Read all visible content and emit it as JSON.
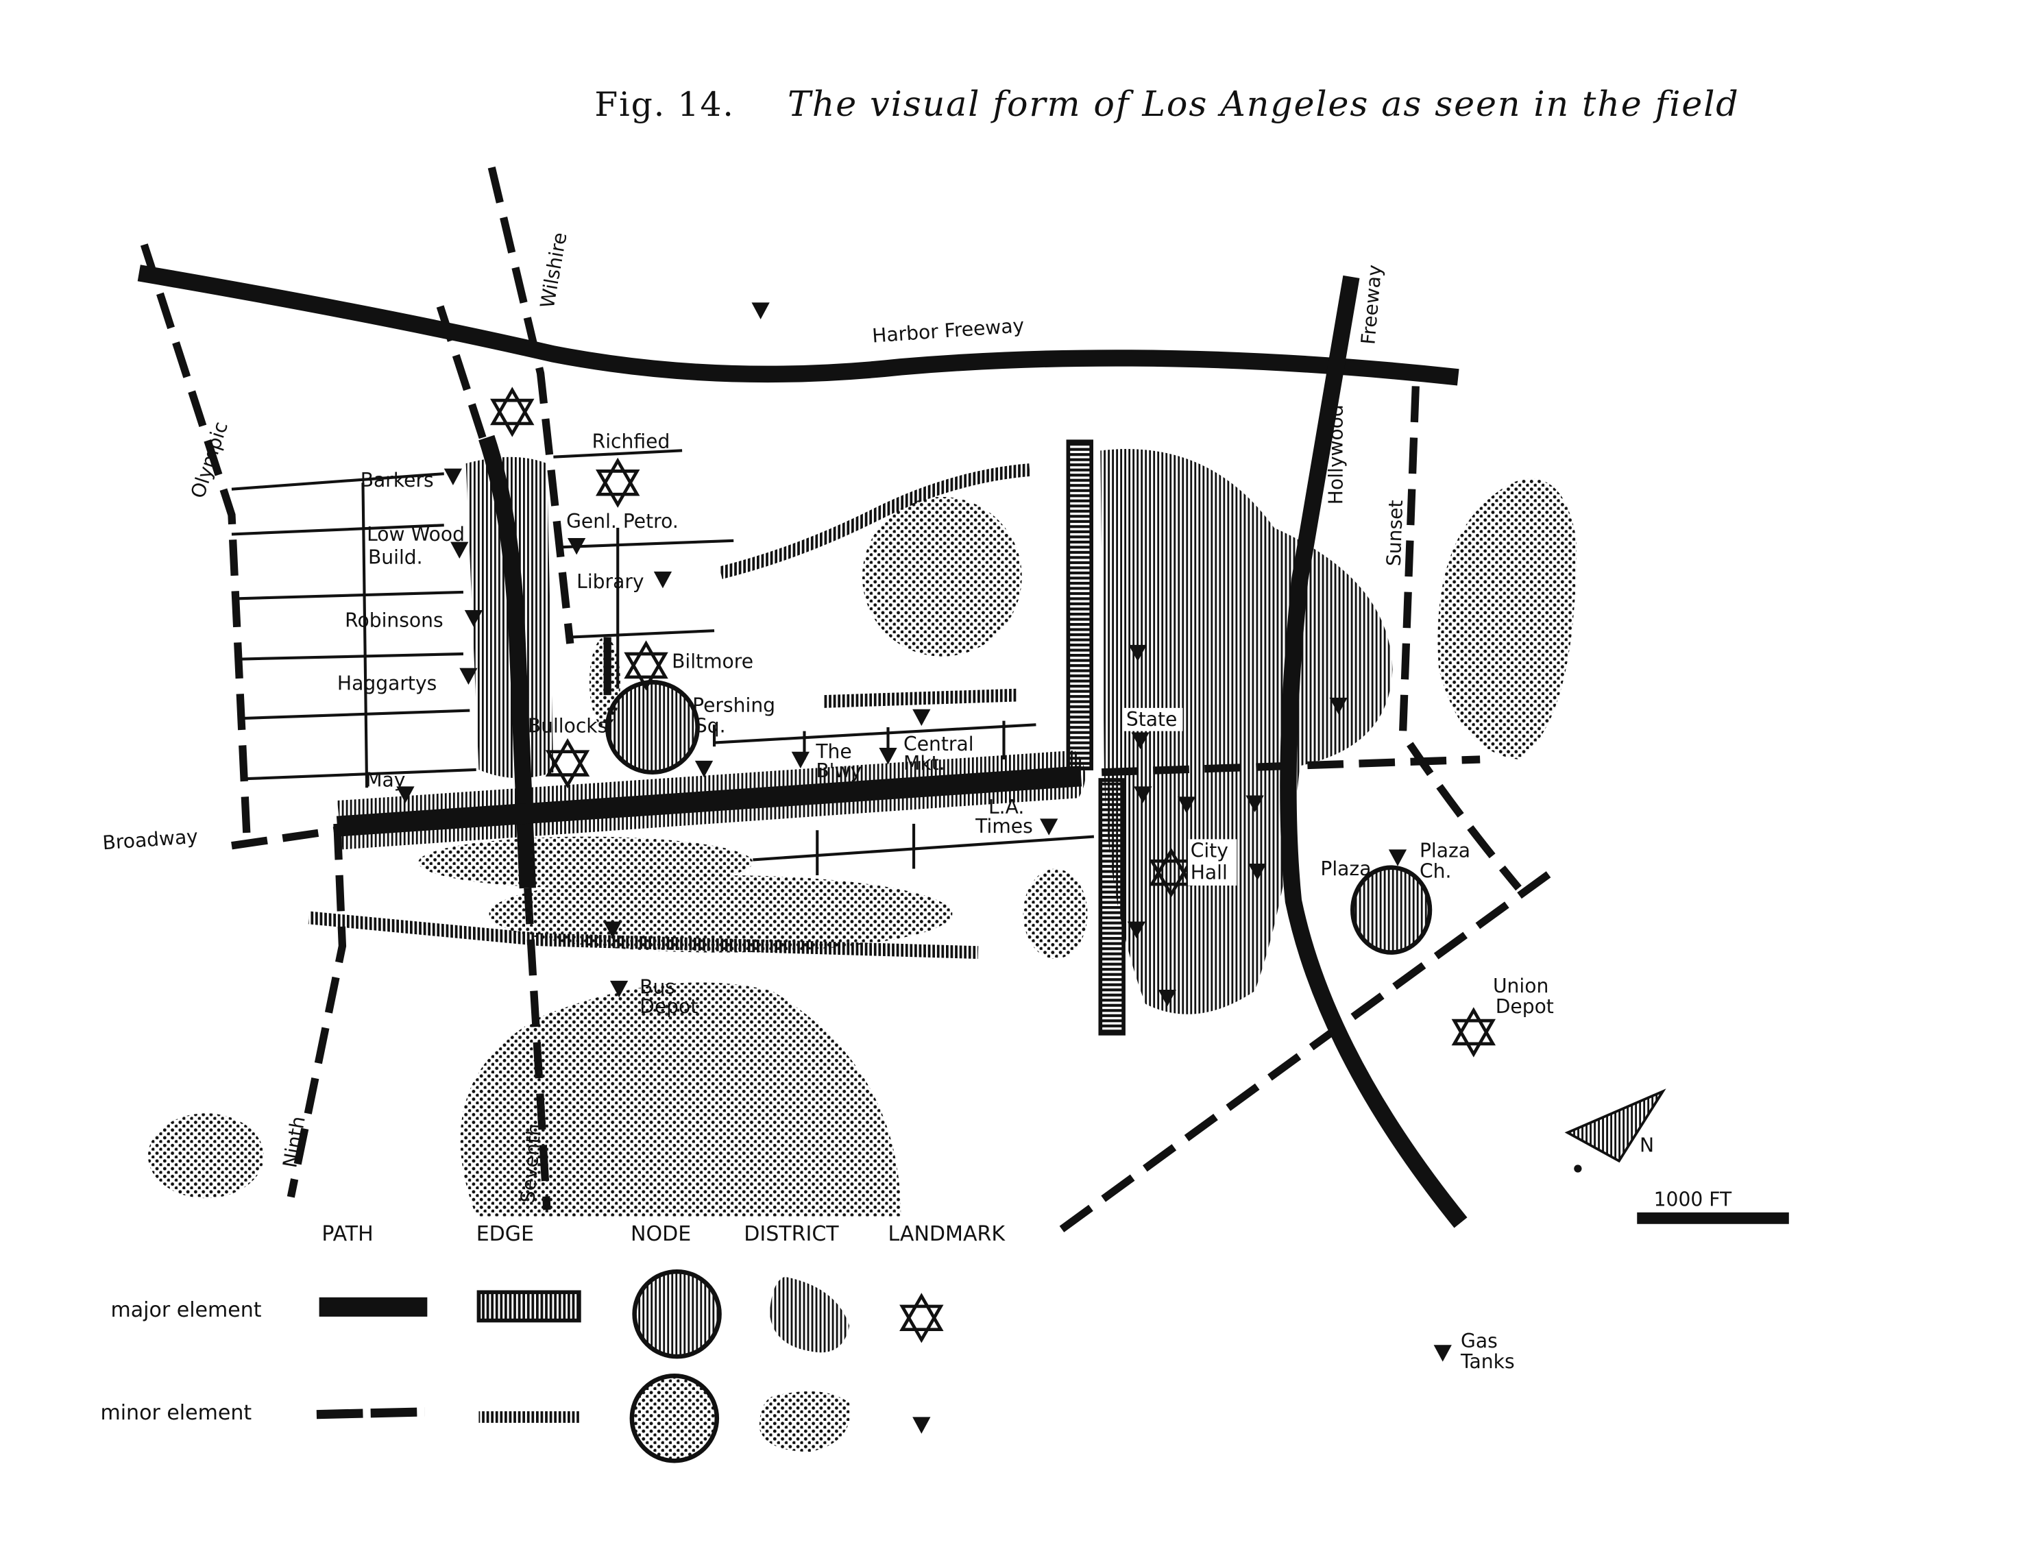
{
  "title": {
    "figure": "Fig. 14.",
    "caption": "The visual form of Los Angeles as seen in the field"
  },
  "paths": {
    "harbor_freeway": "Harbor Freeway",
    "wilshire": "Wilshire",
    "olympic": "Olympic",
    "broadway": "Broadway",
    "ninth": "Ninth",
    "seventh": "Seventh",
    "freeway": "Freeway",
    "hollywood": "Hollywood",
    "sunset": "Sunset"
  },
  "landmarks": {
    "richfied": "Richfied",
    "barkers": "Barkers",
    "genl_petro": "Genl. Petro.",
    "low_wood": "Low Wood",
    "build": "Build.",
    "library": "Library",
    "robinsons": "Robinsons",
    "biltmore": "Biltmore",
    "haggartys": "Haggartys",
    "pershing": "Pershing",
    "sq": "Sq.",
    "bullocks": "Bullocks",
    "may": "May",
    "the": "The",
    "bwy": "B'wy",
    "central": "Central",
    "mkt": "Mkt.",
    "la": "L.A.",
    "times": "Times",
    "state": "State",
    "city": "City",
    "hall": "Hall",
    "plaza": "Plaza",
    "plaza_ch_1": "Plaza",
    "plaza_ch_2": "Ch.",
    "bus": "Bus",
    "depot": "Depot",
    "union": "Union",
    "union_depot": "Depot",
    "gas": "Gas",
    "tanks": "Tanks"
  },
  "compass": {
    "north": "N"
  },
  "scale": {
    "label": "1000 FT"
  },
  "legend": {
    "columns": [
      "PATH",
      "EDGE",
      "NODE",
      "DISTRICT",
      "LANDMARK"
    ],
    "rows": [
      "major element",
      "minor element"
    ]
  }
}
